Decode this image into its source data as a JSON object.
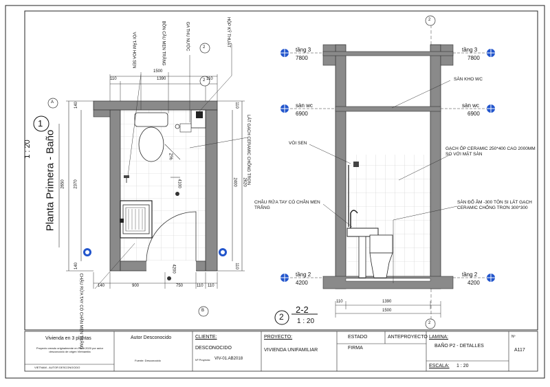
{
  "plan": {
    "title": "Planta Primera - Baño",
    "number": "1",
    "scale": "1 : 20",
    "dims_top_total": "1500",
    "dims_top": [
      "110",
      "1390",
      "110"
    ],
    "dims_bottom": [
      "140",
      "900",
      "750",
      "110",
      "110"
    ],
    "dims_left_total": "2650",
    "dims_left_inner": "2370",
    "dims_left_small": [
      "140",
      "140"
    ],
    "dims_right": [
      "2400",
      "2620"
    ],
    "dims_right_small": [
      "110",
      "110"
    ],
    "slope": "2%",
    "level_4100": "4100",
    "level_4200": "4200",
    "callouts": [
      "VÒI TẮM HOA SEN",
      "BỒN CẦU MEN TRẮNG",
      "GA THU NƯỚC",
      "HỘP KỸ THUẬT",
      "LÁT GẠCH CERAMIC CHỐNG TRƠN",
      "CHẬU RỬA TAY CÓ CHÂN MEN TRẮNG"
    ],
    "grid_marks": [
      "A",
      "B",
      "2",
      "2"
    ]
  },
  "section": {
    "title": "2-2",
    "number": "2",
    "scale": "1 : 20",
    "levels_left": [
      {
        "name": "tầng 3",
        "value": "7800"
      },
      {
        "name": "sàn wc",
        "value": "6900"
      },
      {
        "name": "tầng 2",
        "value": "4200"
      }
    ],
    "levels_right": [
      {
        "name": "tầng 3",
        "value": "7800"
      },
      {
        "name": "sàn wc",
        "value": "6900"
      },
      {
        "name": "tầng 2",
        "value": "4200"
      }
    ],
    "callouts": [
      "SÀN KHO WC",
      "VÒI SEN",
      "GẠCH ỐP CERAMIC 250*400 CAO 2000MM SO VỚI MẶT SÀN",
      "CHẬU RỬA TAY CÓ CHÂN MEN TRẮNG",
      "SÀN ĐỔ ÂM -300 TÔN SI LÁT GẠCH CERAMIC CHỐNG TRƠN 300*300"
    ],
    "dims": [
      "110",
      "1390",
      "1500"
    ],
    "grid_marks": [
      "2",
      "2"
    ]
  },
  "title_block": {
    "project_name": "Vivienda en 3 plantas",
    "note": "Proyecto creado originalmente en Revit 2020 por autor desconocido de origen Vietnamita",
    "footer": "VIETNAM - AUTOR DESCONOCIDO",
    "author": "Autor Desconocido",
    "firm_label": "Fuente: Desconocido",
    "client_label": "CLIENTE:",
    "client_value": "DESCONOCIDO",
    "project_no_label": "Nº Proyecto:",
    "project_no": "VIV-01.AB2018",
    "project_label": "PROYECTO:",
    "project_value": "VIVIENDA UNIFAMILIAR",
    "estado_label": "ESTADO",
    "estado_value": "ANTEPROYECTO",
    "firma_label": "FIRMA",
    "lamina_label": "LAMINA:",
    "lamina_value": "BAÑO P2 - DETALLES",
    "escala_label": "ESCALA:",
    "escala_value": "1 : 20",
    "sheet_label": "Nº",
    "sheet_no": "A117"
  }
}
